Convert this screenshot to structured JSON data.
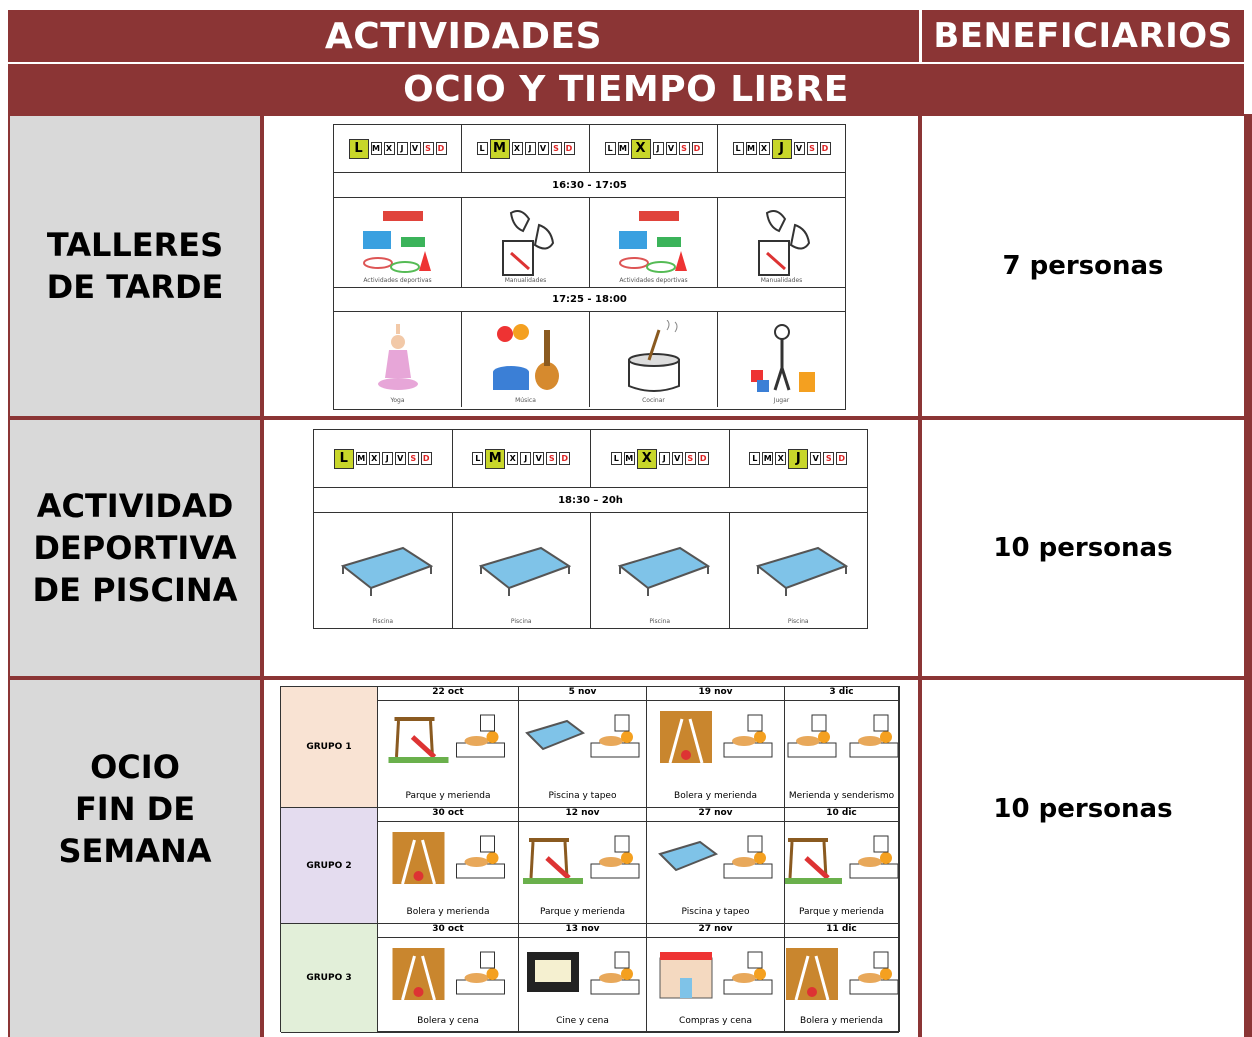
{
  "header": {
    "actividades": "ACTIVIDADES",
    "beneficiarios": "BENEFICIARIOS",
    "section": "OCIO Y TIEMPO LIBRE"
  },
  "rows": [
    {
      "name_lines": [
        "TALLERES",
        "DE TARDE"
      ],
      "beneficiarios": "7 personas"
    },
    {
      "name_lines": [
        "ACTIVIDAD",
        "DEPORTIVA",
        "DE PISCINA"
      ],
      "beneficiarios": "10 personas"
    },
    {
      "name_lines": [
        "OCIO",
        "FIN DE",
        "SEMANA"
      ],
      "beneficiarios": "10 personas"
    }
  ],
  "talleres": {
    "days": [
      "L",
      "M",
      "X",
      "J",
      "V",
      "S",
      "D"
    ],
    "active_days": [
      "L",
      "M",
      "X",
      "J"
    ],
    "time1": "16:30 - 17:05",
    "time2": "17:25 - 18:00",
    "captions1": [
      "Actividades deportivas",
      "Manualidades",
      "Actividades deportivas",
      "Manualidades"
    ],
    "captions2": [
      "Yoga",
      "Música",
      "Cocinar",
      "Jugar"
    ]
  },
  "piscina": {
    "time": "18:30 – 20h",
    "captions": [
      "Piscina",
      "Piscina",
      "Piscina",
      "Piscina"
    ]
  },
  "fin_semana": {
    "groups": [
      {
        "name": "GRUPO 1",
        "dates": [
          "22 oct",
          "5 nov",
          "19 nov",
          "3 dic"
        ],
        "acts": [
          "Parque y merienda",
          "Piscina y tapeo",
          "Bolera y merienda",
          "Merienda y senderismo"
        ]
      },
      {
        "name": "GRUPO 2",
        "dates": [
          "30 oct",
          "12 nov",
          "27 nov",
          "10 dic"
        ],
        "acts": [
          "Bolera y merienda",
          "Parque y merienda",
          "Piscina y tapeo",
          "Parque y merienda"
        ]
      },
      {
        "name": "GRUPO 3",
        "dates": [
          "30 oct",
          "13 nov",
          "27 nov",
          "11 dic"
        ],
        "acts": [
          "Bolera y cena",
          "Cine y cena",
          "Compras y cena",
          "Bolera y merienda"
        ]
      }
    ],
    "group_colors": [
      "#f9e3d3",
      "#e4dcef",
      "#e2efd9"
    ]
  }
}
